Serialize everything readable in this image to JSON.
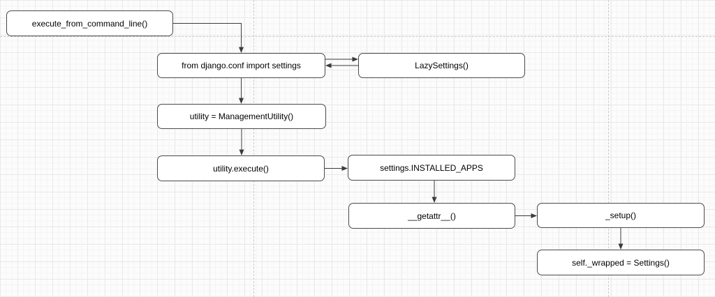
{
  "diagram": {
    "nodes": [
      {
        "id": "execute_from_command_line",
        "label": "execute_from_command_line()"
      },
      {
        "id": "import_settings",
        "label": "from django.conf import settings"
      },
      {
        "id": "lazy_settings",
        "label": "LazySettings()"
      },
      {
        "id": "management_utility",
        "label": "utility = ManagementUtility()"
      },
      {
        "id": "utility_execute",
        "label": "utility.execute()"
      },
      {
        "id": "installed_apps",
        "label": "settings.INSTALLED_APPS"
      },
      {
        "id": "getattr",
        "label": "__getattr__()"
      },
      {
        "id": "setup",
        "label": "_setup()"
      },
      {
        "id": "wrapped",
        "label": "self._wrapped = Settings()"
      }
    ],
    "edges": [
      {
        "from": "execute_from_command_line",
        "to": "import_settings"
      },
      {
        "from": "import_settings",
        "to": "lazy_settings"
      },
      {
        "from": "lazy_settings",
        "to": "import_settings"
      },
      {
        "from": "import_settings",
        "to": "management_utility"
      },
      {
        "from": "management_utility",
        "to": "utility_execute"
      },
      {
        "from": "utility_execute",
        "to": "installed_apps"
      },
      {
        "from": "installed_apps",
        "to": "getattr"
      },
      {
        "from": "getattr",
        "to": "setup"
      },
      {
        "from": "setup",
        "to": "wrapped"
      }
    ],
    "colors": {
      "node_fill": "#ffffff",
      "node_stroke": "#4a4a4a",
      "arrow": "#3b3b3b",
      "canvas_background": "#fcfcfc",
      "grid_minor": "#f4f4f4",
      "grid_major": "#e9e9e9",
      "page_boundary": "#c9c9c9",
      "text": "#000000"
    }
  }
}
